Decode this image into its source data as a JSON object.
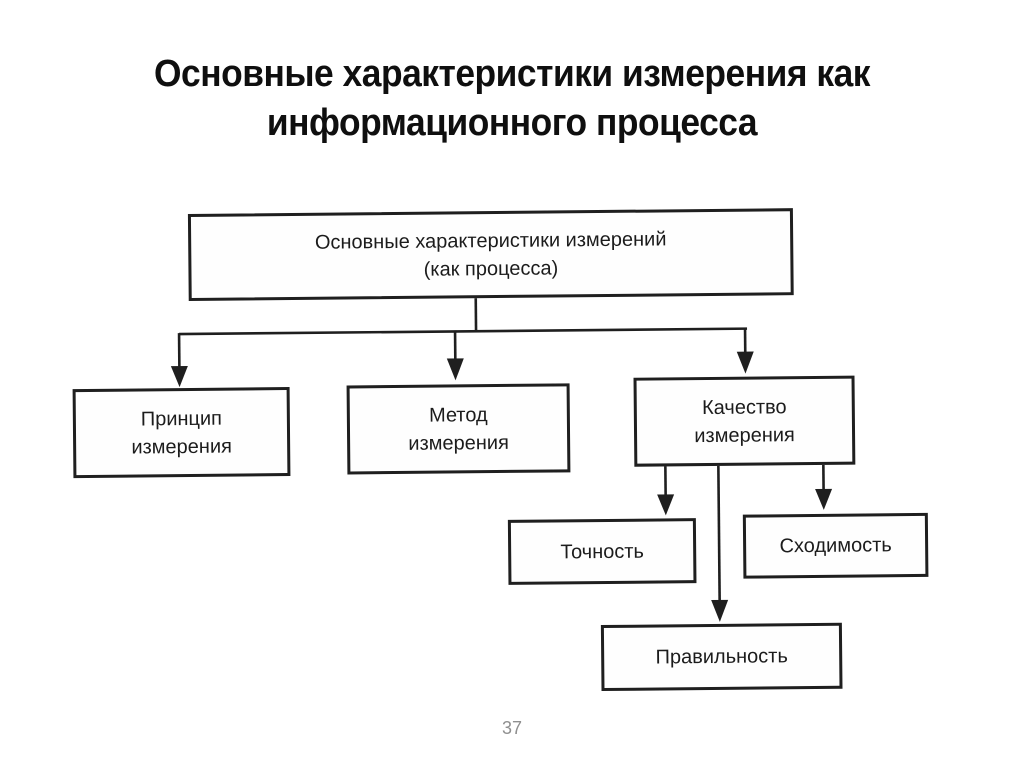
{
  "title": "Основные характеристики измерения как информационного процесса",
  "page_number": "37",
  "colors": {
    "background": "#ffffff",
    "ink": "#1f1f1f",
    "title_text": "#0f0f0f",
    "page_number_gray": "#8f8f8f"
  },
  "diagram": {
    "type": "hierarchy",
    "root": {
      "line1": "Основные характеристики измерений",
      "line2": "(как процесса)"
    },
    "principle": {
      "line1": "Принцип",
      "line2": "измерения"
    },
    "method": {
      "line1": "Метод",
      "line2": "измерения"
    },
    "quality": {
      "line1": "Качество",
      "line2": "измерения"
    },
    "accuracy": {
      "label": "Точность"
    },
    "convergence": {
      "label": "Сходимость"
    },
    "correctness": {
      "label": "Правильность"
    },
    "edges": [
      "root->principle",
      "root->method",
      "root->quality",
      "quality->accuracy",
      "quality->convergence",
      "quality->correctness"
    ]
  }
}
